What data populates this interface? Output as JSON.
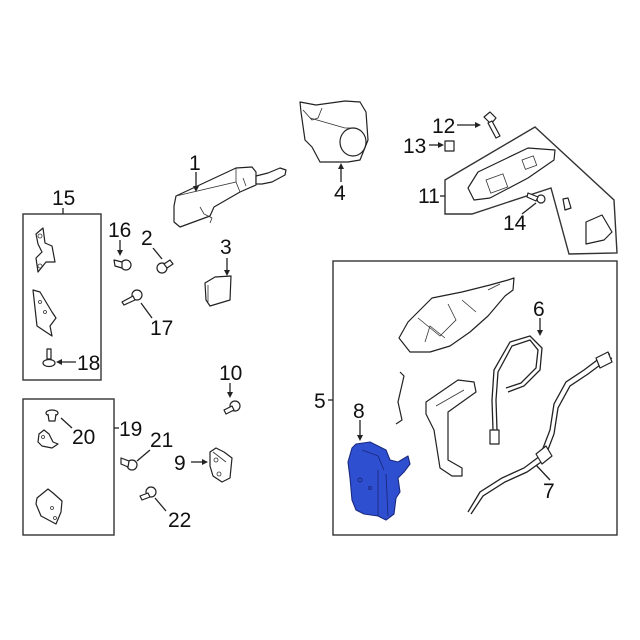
{
  "diagram": {
    "type": "exploded parts diagram",
    "highlight_color": "#2f4fd1",
    "line_color": "#222222",
    "background": "#ffffff",
    "highlighted_part": "8",
    "callouts": {
      "c1": "1",
      "c2": "2",
      "c3": "3",
      "c4": "4",
      "c5": "5",
      "c6": "6",
      "c7": "7",
      "c8": "8",
      "c9": "9",
      "c10": "10",
      "c11": "11",
      "c12": "12",
      "c13": "13",
      "c14": "14",
      "c15": "15",
      "c16": "16",
      "c17": "17",
      "c18": "18",
      "c19": "19",
      "c20": "20",
      "c21": "21",
      "c22": "22"
    },
    "groups": [
      {
        "label": "5",
        "contains": [
          "6",
          "7",
          "8"
        ]
      },
      {
        "label": "11",
        "contains": []
      },
      {
        "label": "15",
        "contains": [
          "18"
        ]
      },
      {
        "label": "19",
        "contains": [
          "20"
        ]
      }
    ]
  }
}
